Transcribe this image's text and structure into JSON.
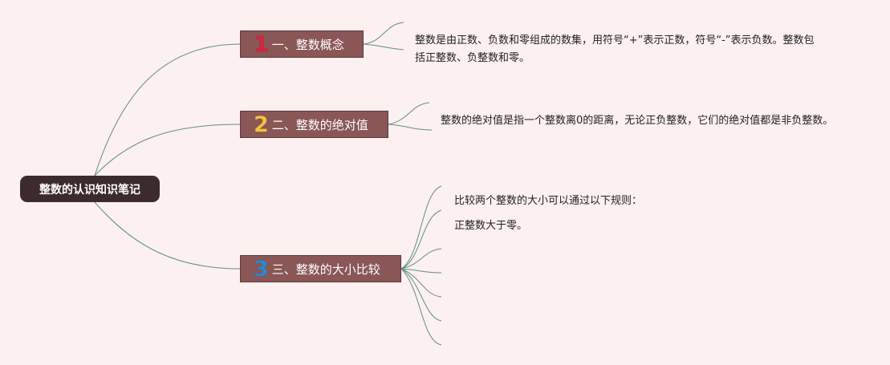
{
  "root": {
    "title": "整数的认识知识笔记"
  },
  "branches": [
    {
      "number": "1",
      "title": "一、整数概念",
      "notes": [
        "整数是由正数、负数和零组成的数集，用符号“+”表示正数，符号“-”表示负数。整数包括正整数、负整数和零。"
      ]
    },
    {
      "number": "2",
      "title": "二、整数的绝对值",
      "notes": [
        "整数的绝对值是指一个整数离0的距离，无论正负整数，它们的绝对值都是非负整数。"
      ]
    },
    {
      "number": "3",
      "title": "三、整数的大小比较",
      "notes": [
        "比较两个整数的大小可以通过以下规则：",
        "正整数大于零。"
      ]
    }
  ],
  "colors": {
    "background": "#fdf0f1",
    "root_fill": "#3d2a2c",
    "branch_fill": "#8a5656",
    "edge": "#5f8f80",
    "number_1": "#d9243a",
    "number_2": "#f2c23c",
    "number_3": "#2b89cf"
  }
}
